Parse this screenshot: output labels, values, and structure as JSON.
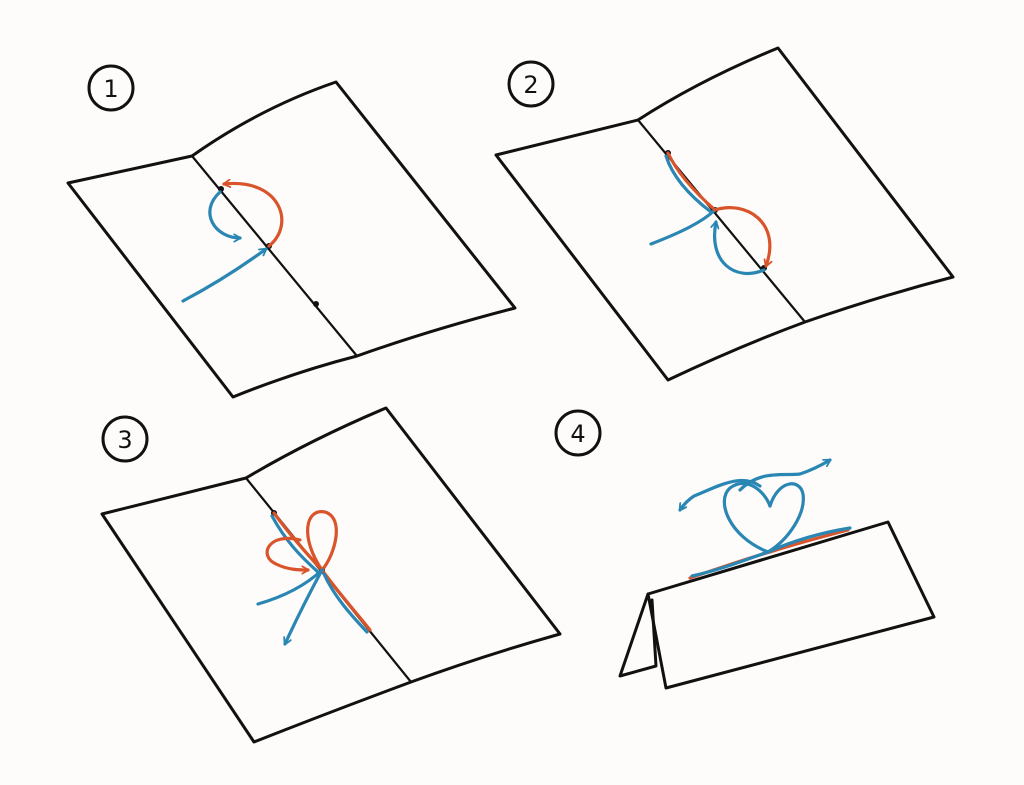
{
  "steps": [
    {
      "number": "1"
    },
    {
      "number": "2"
    },
    {
      "number": "3"
    },
    {
      "number": "4"
    }
  ],
  "colors": {
    "background": "#fdfcfa",
    "ink": "#111111",
    "thread_blue": "#2a86b3",
    "thread_orange": "#d9532b"
  },
  "icons": {
    "arrow": "arrowhead-icon",
    "hole": "punched-hole-icon"
  }
}
